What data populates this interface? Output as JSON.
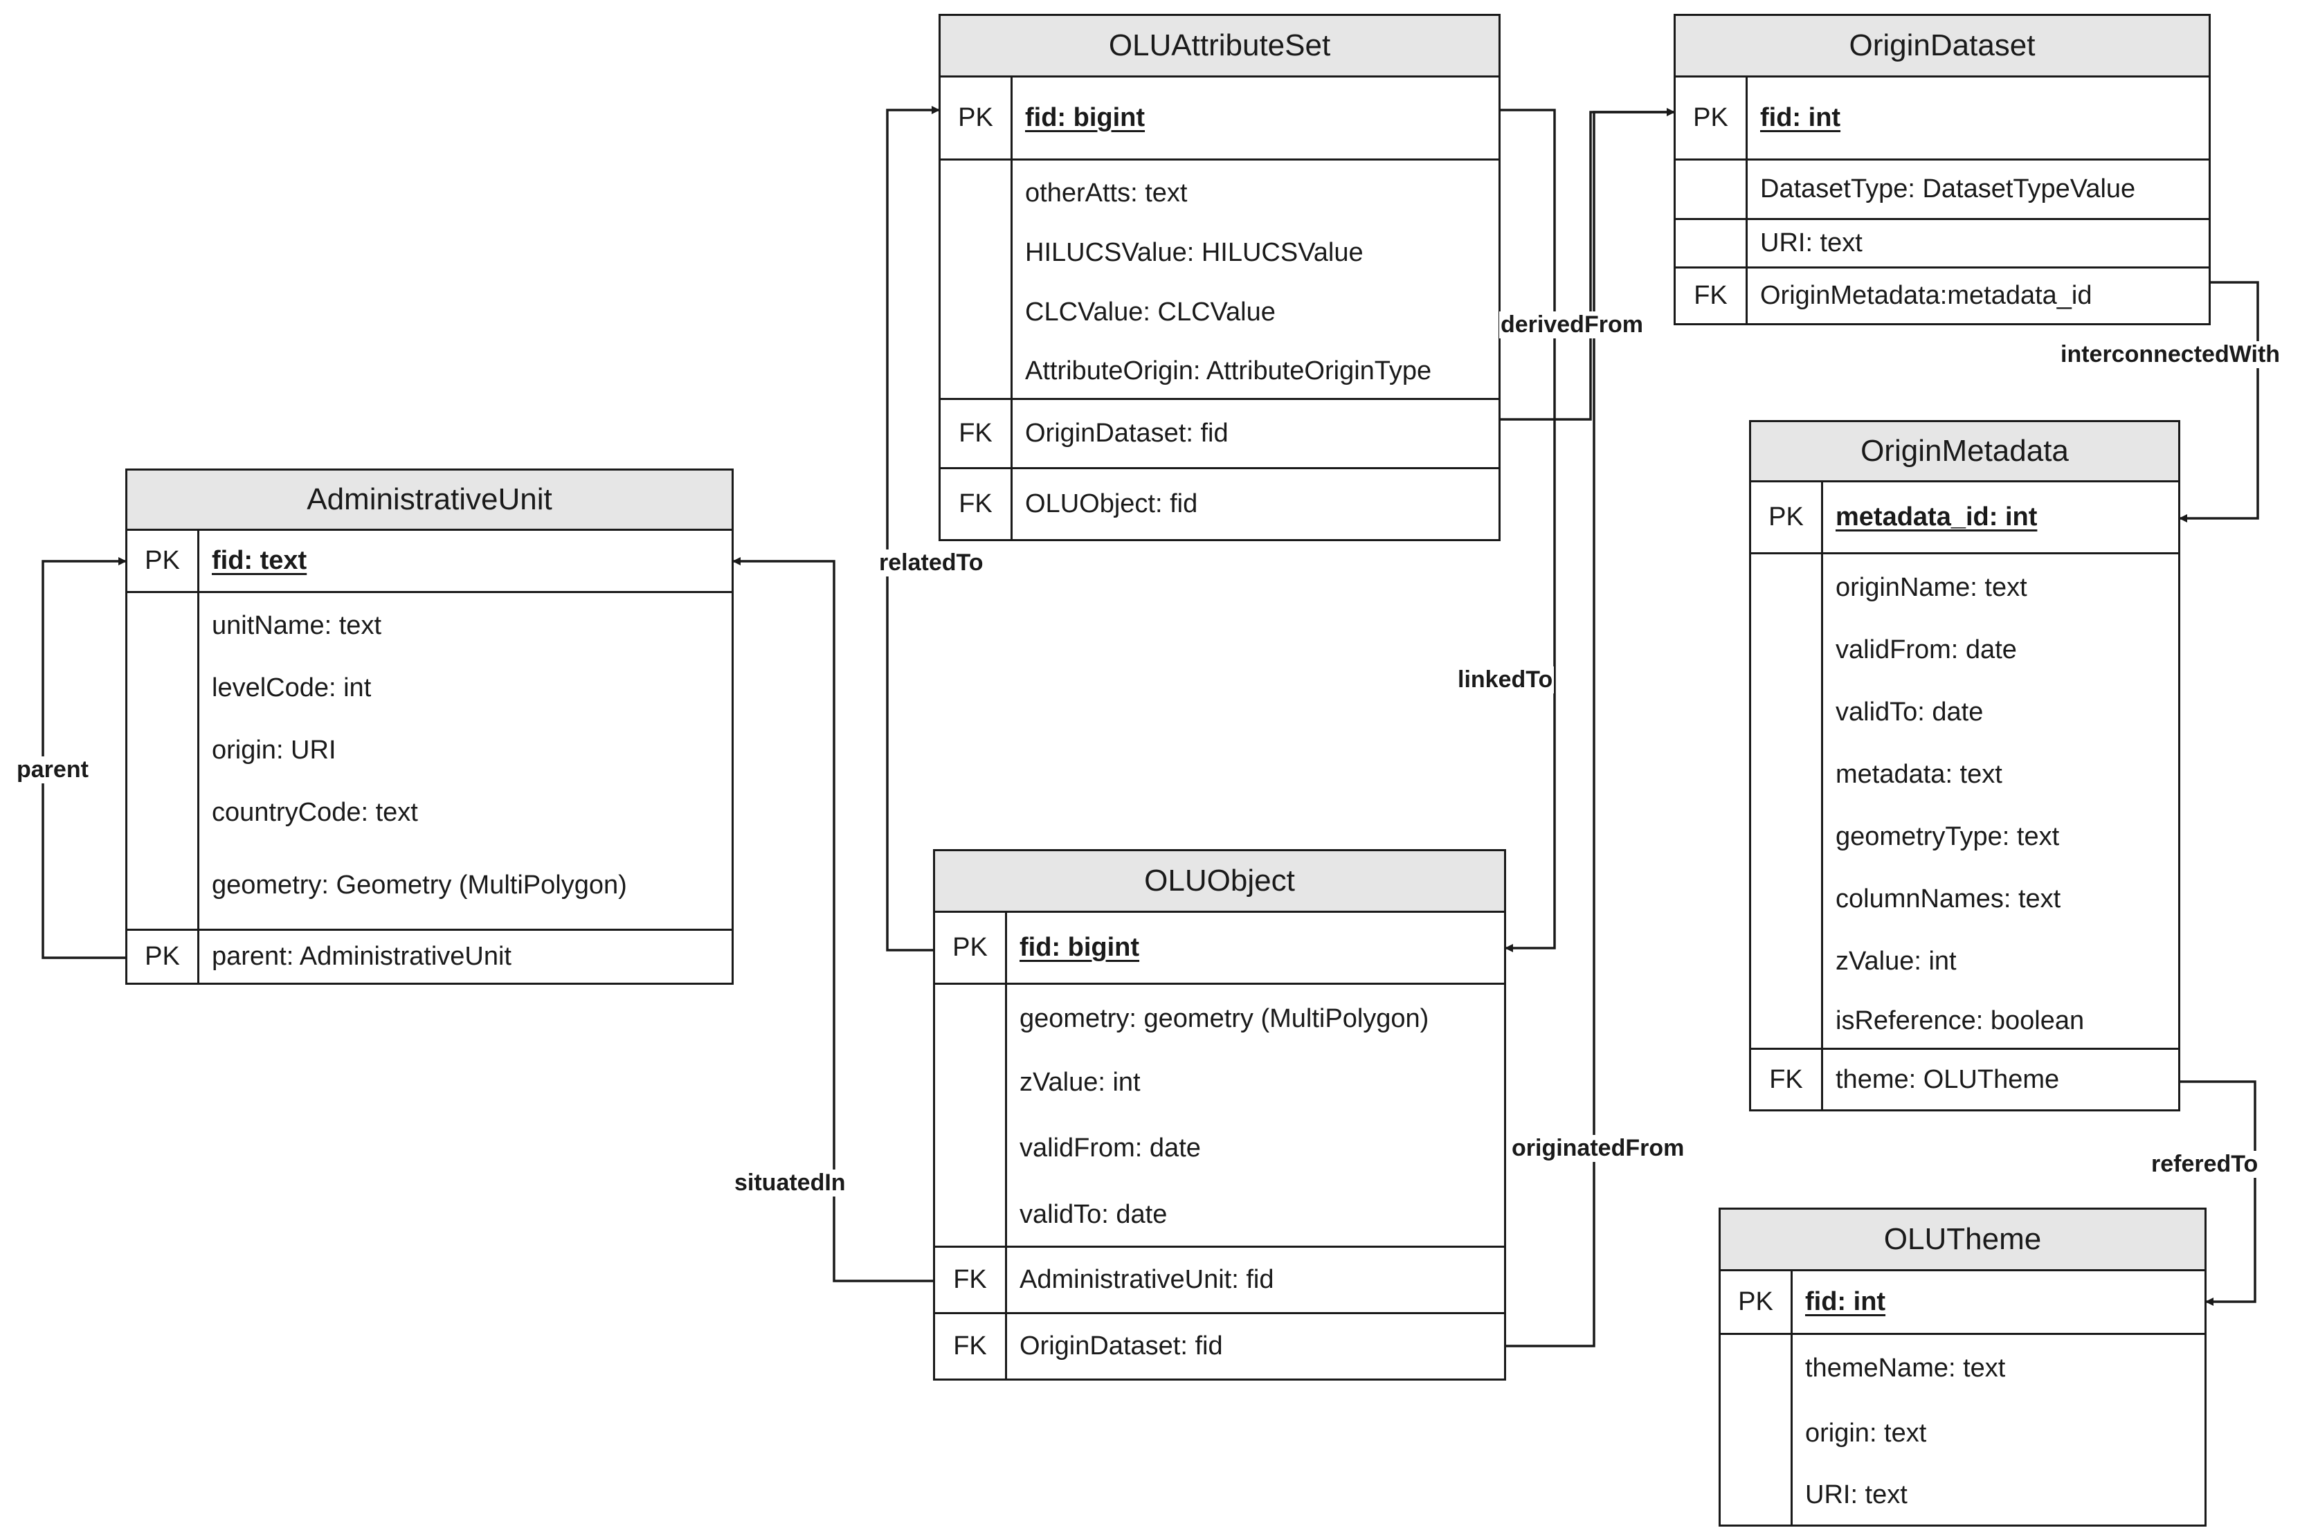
{
  "tables": {
    "olu_attribute_set": {
      "title": "OLUAttributeSet",
      "pk": "fid: bigint",
      "fields": [
        "otherAtts: text",
        "HILUCSValue: HILUCSValue",
        "CLCValue: CLCValue",
        "AttributeOrigin: AttributeOriginType"
      ],
      "fk1": "OriginDataset: fid",
      "fk2": "OLUObject: fid"
    },
    "origin_dataset": {
      "title": "OriginDataset",
      "pk": "fid: int",
      "fields": [
        "DatasetType: DatasetTypeValue",
        "URI: text"
      ],
      "fk1": "OriginMetadata:metadata_id"
    },
    "administrative_unit": {
      "title": "AdministrativeUnit",
      "pk": "fid: text",
      "fields": [
        "unitName: text",
        "levelCode: int",
        "origin: URI",
        "countryCode: text",
        "geometry: Geometry (MultiPolygon)"
      ],
      "pk2": "parent: AdministrativeUnit"
    },
    "origin_metadata": {
      "title": "OriginMetadata",
      "pk": "metadata_id: int",
      "fields": [
        "originName: text",
        "validFrom: date",
        "validTo: date",
        "metadata: text",
        "geometryType: text",
        "columnNames: text",
        "zValue: int",
        "isReference: boolean"
      ],
      "fk1": "theme: OLUTheme"
    },
    "olu_object": {
      "title": "OLUObject",
      "pk": "fid: bigint",
      "fields": [
        "geometry: geometry (MultiPolygon)",
        "zValue: int",
        "validFrom: date",
        "validTo: date"
      ],
      "fk1": "AdministrativeUnit: fid",
      "fk2": "OriginDataset: fid"
    },
    "olu_theme": {
      "title": "OLUTheme",
      "pk": "fid: int",
      "fields": [
        "themeName: text",
        "origin: text",
        "URI: text"
      ]
    }
  },
  "keys": {
    "pk": "PK",
    "fk": "FK"
  },
  "relations": {
    "derived_from": "derivedFrom",
    "interconnected_with": "interconnectedWith",
    "related_to": "relatedTo",
    "linked_to": "linkedTo",
    "parent": "parent",
    "situated_in": "situatedIn",
    "originated_from": "originatedFrom",
    "refered_to": "referedTo"
  }
}
